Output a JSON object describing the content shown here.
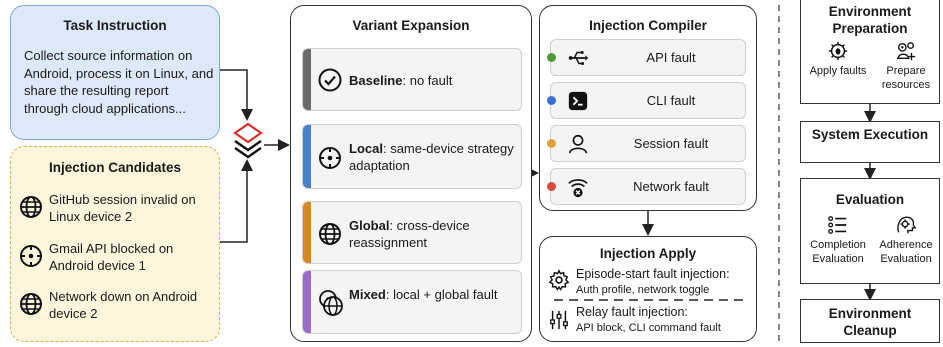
{
  "task_instruction": {
    "title": "Task Instruction",
    "text": "Collect source information on Android, process it on Linux, and share the resulting report through cloud applications..."
  },
  "injection_candidates": {
    "title": "Injection Candidates",
    "items": [
      {
        "text": "GitHub session invalid on Linux device 2",
        "icon": "globe-icon"
      },
      {
        "text": "Gmail API blocked on Android device 1",
        "icon": "local-target-icon"
      },
      {
        "text": "Network down on Android device 2",
        "icon": "globe-icon"
      }
    ]
  },
  "variant_expansion": {
    "title": "Variant Expansion",
    "variants": [
      {
        "name": "Baseline",
        "desc": ": no fault",
        "color": "#6b6b6b",
        "icon": "check-circle-icon"
      },
      {
        "name": "Local",
        "desc": ": same-device strategy adaptation",
        "color": "#4a7fd0",
        "icon": "local-target-icon"
      },
      {
        "name": "Global",
        "desc": ": cross-device reassignment",
        "color": "#d8861e",
        "icon": "globe-icon"
      },
      {
        "name": "Mixed",
        "desc": ": local + global fault",
        "color": "#9b6bc9",
        "icon": "mixed-globe-icon"
      }
    ]
  },
  "injection_compiler": {
    "title": "Injection Compiler",
    "faults": [
      {
        "label": "API fault",
        "dot_color": "#4c9a3c",
        "icon": "usb-icon"
      },
      {
        "label": "CLI fault",
        "dot_color": "#3b6fd6",
        "icon": "terminal-icon"
      },
      {
        "label": "Session fault",
        "dot_color": "#e0a23a",
        "icon": "user-icon"
      },
      {
        "label": "Network fault",
        "dot_color": "#d94b3f",
        "icon": "wifi-off-icon"
      }
    ]
  },
  "injection_apply": {
    "title": "Injection Apply",
    "items": [
      {
        "heading": "Episode-start fault injection:",
        "detail": "Auth profile, network toggle",
        "icon": "gear-icon"
      },
      {
        "heading": "Relay fault injection:",
        "detail": "API block, CLI command fault",
        "icon": "relay-icon"
      }
    ]
  },
  "pipeline": {
    "env_prep": {
      "title": "Environment Preparation",
      "apply_faults": "Apply faults",
      "prepare_resources": "Prepare resources"
    },
    "system_execution": {
      "title": "System Execution"
    },
    "evaluation": {
      "title": "Evaluation",
      "completion": "Completion Evaluation",
      "adherence": "Adherence Evaluation"
    },
    "env_cleanup": {
      "title": "Environment Cleanup"
    }
  }
}
